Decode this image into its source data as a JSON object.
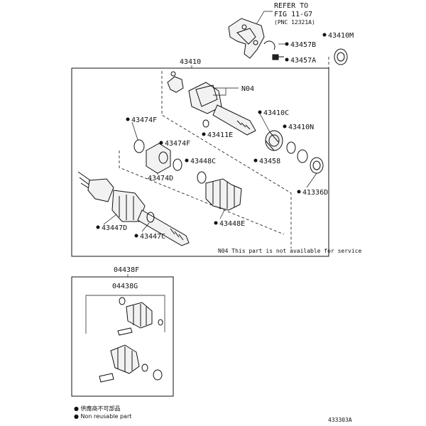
{
  "refer": {
    "line1": "REFER TO",
    "line2": "FIG 11-G7",
    "line3": "(PNC 12321A)"
  },
  "labels": {
    "p43410M": "43410M",
    "p43457B": "43457B",
    "p43457A": "43457A",
    "p43410": "43410",
    "pN04": "N04",
    "p43410C": "43410C",
    "p43410N": "43410N",
    "p43411E": "43411E",
    "p43474F_a": "43474F",
    "p43474F_b": "43474F",
    "p43448C": "43448C",
    "p43458": "43458",
    "p43474D": "43474D",
    "p41336D": "41336D",
    "p43447D": "43447D",
    "p43447C": "43447C",
    "p43448E": "43448E",
    "p04438F": "04438F",
    "p04438G": "04438G"
  },
  "note": "N04 This part is not available for service",
  "legend": {
    "row1": "●  供應商不可部品",
    "row2": "●  Non reusable part"
  },
  "figure_id": "433303A"
}
